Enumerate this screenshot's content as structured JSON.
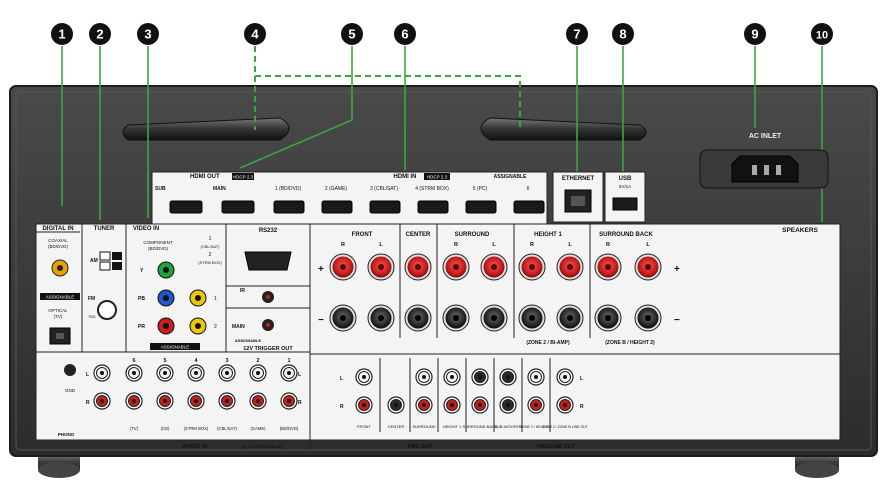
{
  "callouts": [
    "1",
    "2",
    "3",
    "4",
    "5",
    "6",
    "7",
    "8",
    "9",
    "10"
  ],
  "sections": {
    "digital_in": "DIGITAL IN",
    "coaxial": "COAXIAL",
    "coaxial_sub": "(BD/DVD)",
    "assignable": "ASSIGNABLE",
    "optical": "OPTICAL",
    "optical_sub": "(TV)",
    "tuner": "TUNER",
    "am": "AM",
    "fm": "FM",
    "fm_ohm": "75Ω",
    "video_in": "VIDEO IN",
    "component": "COMPONENT",
    "component_sub": "(BD/DVD)",
    "y": "Y",
    "pb": "PB",
    "pr": "PR",
    "comp1": "1",
    "comp1_sub": "(CBL/SAT)",
    "comp2": "2",
    "comp2_sub": "(STRM BOX)",
    "video_assignable": "ASSIGNABLE",
    "video_1": "1",
    "video_2": "2",
    "rs232": "RS232",
    "ir": "IR",
    "main": "MAIN",
    "assignable2": "ASSIGNABLE",
    "trigger": "12V TRIGGER OUT",
    "hdmi_out": "HDMI OUT",
    "hdcp_out": "HDCP 2.3",
    "sub_label": "SUB",
    "main_label": "MAIN",
    "hdmi_in": "HDMI IN",
    "hdcp_in": "HDCP 2.3",
    "hdmi_assignable": "ASSIGNABLE",
    "hdmi_ports": [
      "1 (BD/DVD)",
      "2 (GAME)",
      "3 (CBL/SAT)",
      "4 (STRM BOX)",
      "5 (PC)",
      "6"
    ],
    "ethernet": "ETHERNET",
    "usb": "USB",
    "usb_rating": "5V/1A",
    "ac_inlet": "AC INLET",
    "speakers": "SPEAKERS",
    "front": "FRONT",
    "center": "CENTER",
    "surround": "SURROUND",
    "height1": "HEIGHT 1",
    "surround_back": "SURROUND BACK",
    "r": "R",
    "l": "L",
    "plus": "+",
    "minus": "−",
    "zone2_biamp": "(ZONE 2 / BI-AMP)",
    "zone_b_height2": "(ZONE B / HEIGHT 2)",
    "phono": "PHONO",
    "gnd": "GND",
    "audio_in": "AUDIO IN",
    "audio_in_note": "(1~4 ASSIGNABLE)",
    "audio_cols": [
      "6",
      "5",
      "4",
      "3",
      "2",
      "1"
    ],
    "audio_sources": [
      "(TV)",
      "(CD)",
      "(STRM BOX)",
      "(CBL/SAT)",
      "(GAME)",
      "(BD/DVD)"
    ],
    "pre_out": "PRE OUT",
    "pre_front": "FRONT",
    "pre_center": "CENTER",
    "pre_surround": "SURROUND",
    "pre_height1": "HEIGHT 1",
    "pre_surround_back": "SURROUND BACK",
    "pre_subwoofer": "SUB-WOOFER",
    "pre_line_out": "PRE/LINE OUT",
    "zone2_height2": "ZONE 2 / HEIGHT 2",
    "zone2_zone_b": "ZONE 2 / ZONE B LINE OUT"
  }
}
